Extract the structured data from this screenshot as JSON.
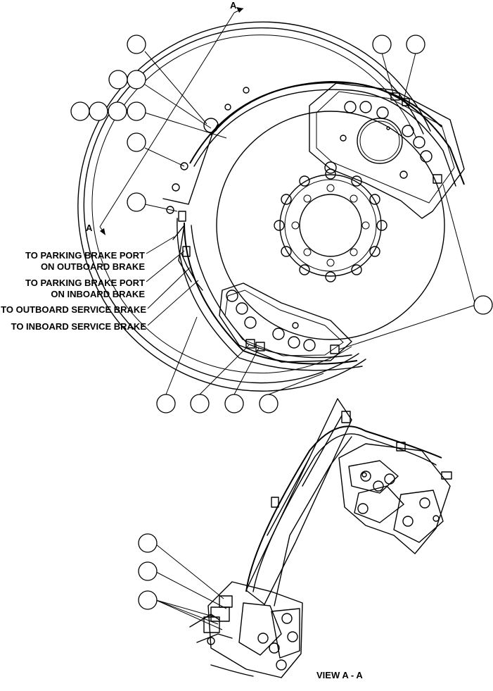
{
  "section_marks": {
    "top": "A",
    "bottom": "A"
  },
  "port_labels": [
    "TO PARKING BRAKE PORT",
    "ON OUTBOARD BRAKE",
    "TO PARKING BRAKE PORT",
    "ON INBOARD BRAKE",
    "TO OUTBOARD SERVICE BRAKE",
    "TO INBOARD SERVICE BRAKE"
  ],
  "view_label": "VIEW A - A"
}
